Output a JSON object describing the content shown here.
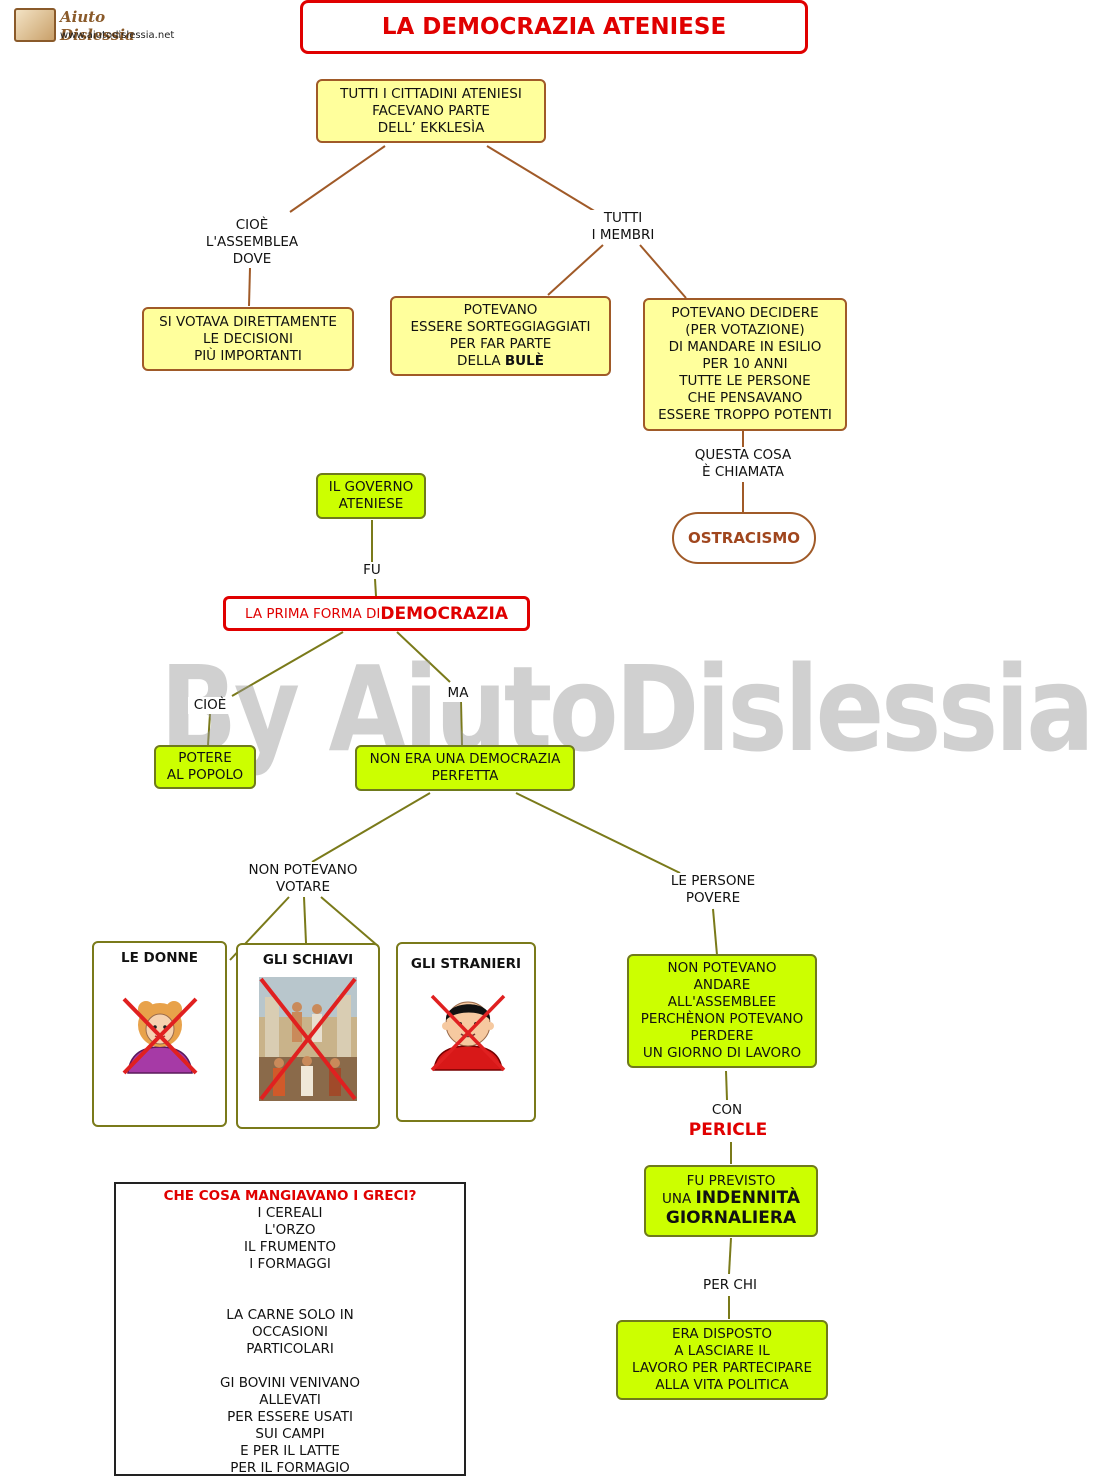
{
  "logo": {
    "name": "Aiuto Dislessia",
    "url": "www.aiutodislessia.net",
    "icon": "book-logo-icon"
  },
  "title": "LA DEMOCRAZIA ATENIESE",
  "watermark": "By AiutoDislessia.net",
  "colors": {
    "title_red": "#e00000",
    "yellow_node": "#ffff9c",
    "green_node": "#ccff00",
    "brown_line": "#a05a28",
    "olive_line": "#7a7a1a"
  },
  "ekklesia": {
    "lines": [
      "TUTTI I CITTADINI ATENIESI",
      "FACEVANO PARTE",
      "DELL’ EKKLESÌA"
    ]
  },
  "link_assemblea": {
    "lines": [
      "CIOÈ",
      "L'ASSEMBLEA",
      "DOVE"
    ]
  },
  "link_membri": {
    "lines": [
      "TUTTI",
      "I MEMBRI"
    ]
  },
  "votava": {
    "lines": [
      "SI VOTAVA DIRETTAMENTE",
      "LE DECISIONI",
      "PIÙ IMPORTANTI"
    ]
  },
  "sorteggio": {
    "lines": [
      "POTEVANO",
      "ESSERE  SORTEGGIAGGIATI",
      "PER FAR PARTE"
    ],
    "last_prefix": "DELLA ",
    "last_bold": "BULÈ"
  },
  "esilio": {
    "lines": [
      "POTEVANO DECIDERE",
      "(PER VOTAZIONE)",
      "DI MANDARE IN ESILIO",
      "PER 10 ANNI",
      "TUTTE LE PERSONE",
      "CHE PENSAVANO",
      "ESSERE TROPPO POTENTI"
    ]
  },
  "link_chiamata": {
    "lines": [
      "QUESTA COSA",
      "È CHIAMATA"
    ]
  },
  "ostracismo": "OSTRACISMO",
  "governo": {
    "lines": [
      "IL GOVERNO",
      "ATENIESE"
    ]
  },
  "link_fu": "FU",
  "democrazia": {
    "prefix": "LA PRIMA FORMA DI ",
    "emphasis": "DEMOCRAZIA"
  },
  "link_cioe": "CIOÈ",
  "link_ma": "MA",
  "potere": {
    "lines": [
      "POTERE",
      "AL POPOLO"
    ]
  },
  "non_perfetta": {
    "lines": [
      "NON ERA UNA DEMOCRAZIA",
      "PERFETTA"
    ]
  },
  "link_votare": {
    "lines": [
      "NON POTEVANO",
      "VOTARE"
    ]
  },
  "link_povere": {
    "lines": [
      "LE PERSONE",
      "POVERE"
    ]
  },
  "cards": [
    {
      "title": "LE DONNE",
      "icon": "woman-crossed-icon"
    },
    {
      "title": "GLI SCHIAVI",
      "icon": "slaves-painting-crossed-icon"
    },
    {
      "title": "GLI STRANIERI",
      "icon": "foreigner-boy-crossed-icon"
    }
  ],
  "assemblee": {
    "lines": [
      "NON POTEVANO",
      "ANDARE",
      "ALL'ASSEMBLEE",
      "PERCHÈNON POTEVANO",
      "PERDERE",
      "UN GIORNO DI LAVORO"
    ]
  },
  "link_con": "CON",
  "pericle": "PERICLE",
  "indennita": {
    "line1_prefix": "FU PREVISTO",
    "line2_prefix": "UNA ",
    "line2_bold": "INDENNITÀ",
    "line3_bold": "GIORNALIERA"
  },
  "link_perchi": "PER CHI",
  "disposto": {
    "lines": [
      "ERA DISPOSTO",
      "A LASCIARE IL",
      "LAVORO PER PARTECIPARE",
      "ALLA VITA POLITICA"
    ]
  },
  "food": {
    "title": "CHE COSA MANGIAVANO I GRECI?",
    "group1": [
      "I CEREALI",
      "L'ORZO",
      "IL FRUMENTO",
      "I FORMAGGI"
    ],
    "group2": [
      "LA CARNE SOLO IN",
      "OCCASIONI",
      "PARTICOLARI"
    ],
    "group3": [
      "GI BOVINI VENIVANO",
      "ALLEVATI",
      "PER ESSERE USATI",
      "SUI CAMPI",
      "E PER IL LATTE",
      "PER IL FORMAGIO"
    ]
  }
}
